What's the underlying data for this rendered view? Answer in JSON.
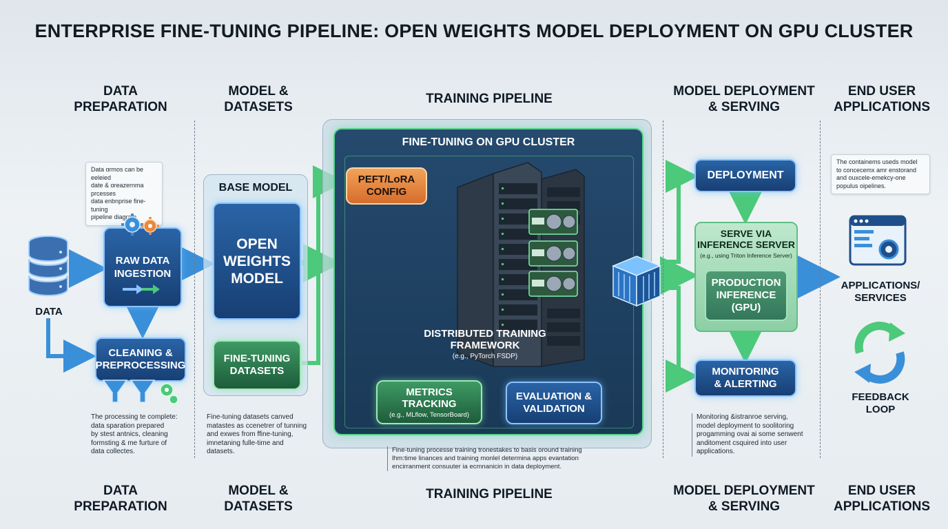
{
  "title": "ENTERPRISE FINE-TUNING PIPELINE: OPEN WEIGHTS MODEL DEPLOYMENT ON GPU CLUSTER",
  "columns_top": [
    "DATA\nPREPARATION",
    "MODEL &\nDATASETS",
    "TRAINING PIPELINE",
    "MODEL DEPLOYMENT\n& SERVING",
    "END USER\nAPPLICATIONS"
  ],
  "columns_bottom": [
    "DATA\nPREPARATION",
    "MODEL &\nDATASETS",
    "TRAINING PIPELINE",
    "MODEL DEPLOYMENT\n& SERVING",
    "END USER\nAPPLICATIONS"
  ],
  "data_prep": {
    "note_top": "Data ɑrmos can be eeleied\ndate & ɑreazernma prcesses\ndata enbnprise fine-tuning\npipeline diagram.",
    "data_label": "DATA",
    "raw_ingestion": "RAW DATA\nINGESTION",
    "cleaning": "CLEANING &\nPREPROCESSING",
    "note_bottom": "The processing te complete:\ndata sparation prepared\nby stest antnics, cleaning\nformsting & me furture of\ndata collectes."
  },
  "model_datasets": {
    "base_model_heading": "BASE MODEL",
    "open_weights": "OPEN\nWEIGHTS\nMODEL",
    "fine_tuning_datasets": "FINE-TUNING\nDATASETS",
    "note": "Fine-tuning datasets canved\nmatastes as ccenetrer of tunning\nand exwes from ffine-tuning,\nimnetaning fulle-time and\ndatasets."
  },
  "training": {
    "cluster_title": "FINE-TUNING ON GPU CLUSTER",
    "peft_config": "PEFT/LoRA\nCONFIG",
    "framework": "DISTRIBUTED TRAINING\nFRAMEWORK",
    "framework_sub": "(e.g., PyTorch FSDP)",
    "metrics": "METRICS\nTRACKING",
    "metrics_sub": "(e.g., MLflow, TensorBoard)",
    "evaluation": "EVALUATION &\nVALIDATION",
    "note": "Fine-tuning processe training tronestakes to basis oround training\nlhm:time linances and training monlel determina apps evantation\nencirranment consuuter ia ecmnanicin in data deployment."
  },
  "deployment": {
    "deployment": "DEPLOYMENT",
    "serve_via": "SERVE VIA\nINFERENCE SERVER",
    "serve_sub": "(e.g., using Triton Inference Server)",
    "production": "PRODUCTION\nINFERENCE\n(GPU)",
    "monitoring": "MONITORING\n& ALERTING",
    "note": "Monitoring &istranroe serving,\nmodel deployment to soolitoring\nprogamming ovai ai some senwent\nanditoment csquired into user\napplications."
  },
  "end_user": {
    "note_top": "The containems useds model\nto concecemx amr enstorand\nand ouxcele-emekcy-one\npopulus oipelines.",
    "applications": "APPLICATIONS/\nSERVICES",
    "feedback": "FEEDBACK\nLOOP"
  },
  "icons": [
    "database-icon",
    "gear-icon",
    "funnel-icon",
    "server-rack-icon",
    "gpu-card-icon",
    "container-cube-icon",
    "browser-window-icon",
    "refresh-cycle-icon"
  ],
  "colors": {
    "blue_box": "#1f4f8a",
    "green_box": "#2f7d51",
    "orange_box": "#e8893f",
    "arrow_green": "#4cc97a",
    "arrow_blue": "#3a8fd9",
    "panel_dark": "#1f4262"
  }
}
